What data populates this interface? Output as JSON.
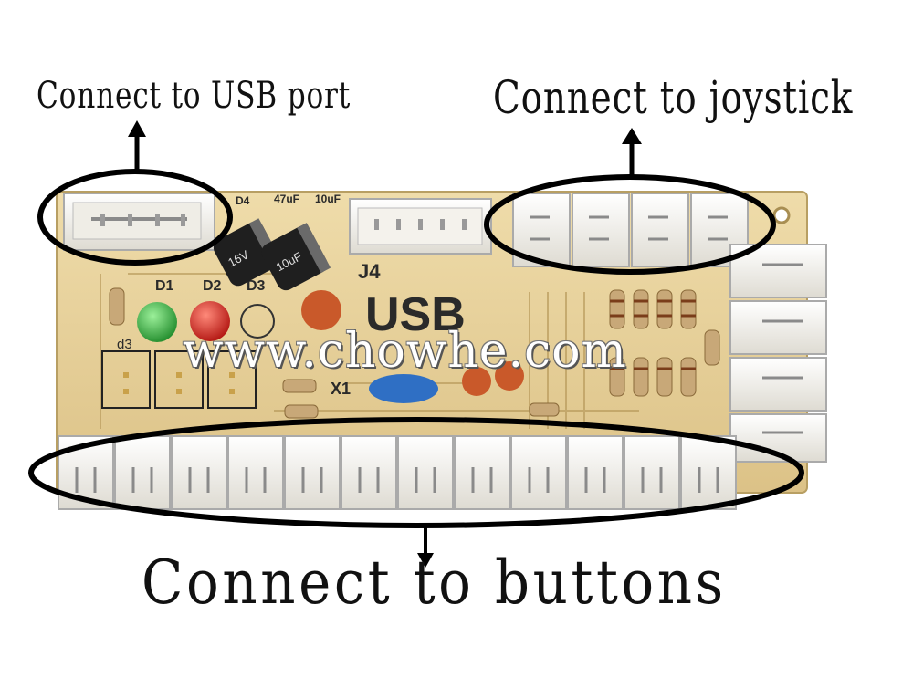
{
  "labels": {
    "usb_port": "Connect to USB port",
    "joystick": "Connect to joystick",
    "buttons": "Connect to buttons"
  },
  "watermark": "www.chowhe.com",
  "board": {
    "silkscreen_title": "USB",
    "header_label": "J4",
    "crystal_label": "X1",
    "led_labels": [
      "D1",
      "D2",
      "D3"
    ],
    "diode_label": "D4",
    "cap_labels": [
      "47uF",
      "10uF"
    ],
    "side_label": "d3",
    "capacitor_text": [
      "16V",
      "10uF"
    ]
  },
  "colors": {
    "pcb": "#e6cf96",
    "connector": "#f2f0ea",
    "outline": "#000000",
    "led_green": "#2fae3a",
    "led_red": "#d21f1a",
    "ceramic_cap": "#c9592a",
    "blue_cap": "#2f6fc4"
  }
}
